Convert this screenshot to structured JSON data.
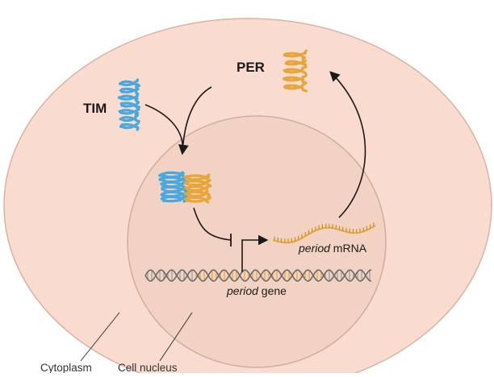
{
  "colors": {
    "cytoplasm": "#f9dccf",
    "cytoplasm_stroke": "#d9b3a3",
    "nucleus": "#f2d2c3",
    "nucleus_stroke": "#cfae9e",
    "tim_protein": "#4aa8dc",
    "per_protein": "#e8a63a",
    "dna_strand": "#6b6b6b",
    "dna_highlight": "#e8a63a",
    "arrow": "#1a1a1a"
  },
  "labels": {
    "per": "PER",
    "tim": "TIM",
    "mrna_italic": "period",
    "mrna_rest": " mRNA",
    "gene_italic": "period",
    "gene_rest": " gene",
    "cytoplasm": "Cytoplasm",
    "nucleus": "Cell nucleus"
  },
  "icons": {
    "tim_protein": "tim-protein-icon",
    "per_protein": "per-protein-icon",
    "complex": "tim-per-complex-icon",
    "mrna": "mrna-strand-icon",
    "dna": "dna-helix-icon"
  }
}
